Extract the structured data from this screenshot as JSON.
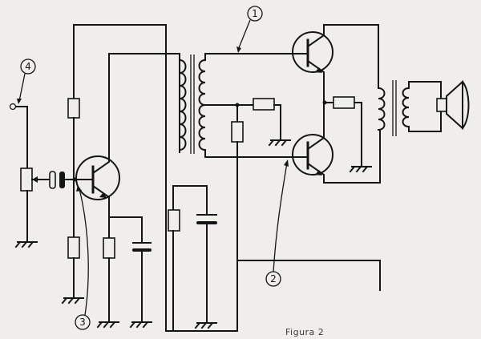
{
  "figure": {
    "caption": "Figura 2",
    "callouts": [
      "1",
      "2",
      "3",
      "4"
    ]
  },
  "colors": {
    "ink": "#151515",
    "paper": "#efeeea"
  }
}
